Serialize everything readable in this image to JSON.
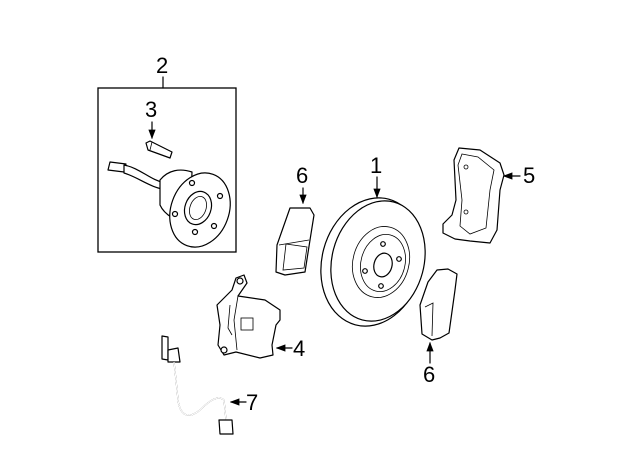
{
  "callouts": {
    "rotor": "1",
    "hub_assembly": "2",
    "wheel_stud": "3",
    "caliper": "4",
    "caliper_bracket": "5",
    "pad_upper": "6",
    "pad_lower": "6",
    "sensor": "7"
  }
}
